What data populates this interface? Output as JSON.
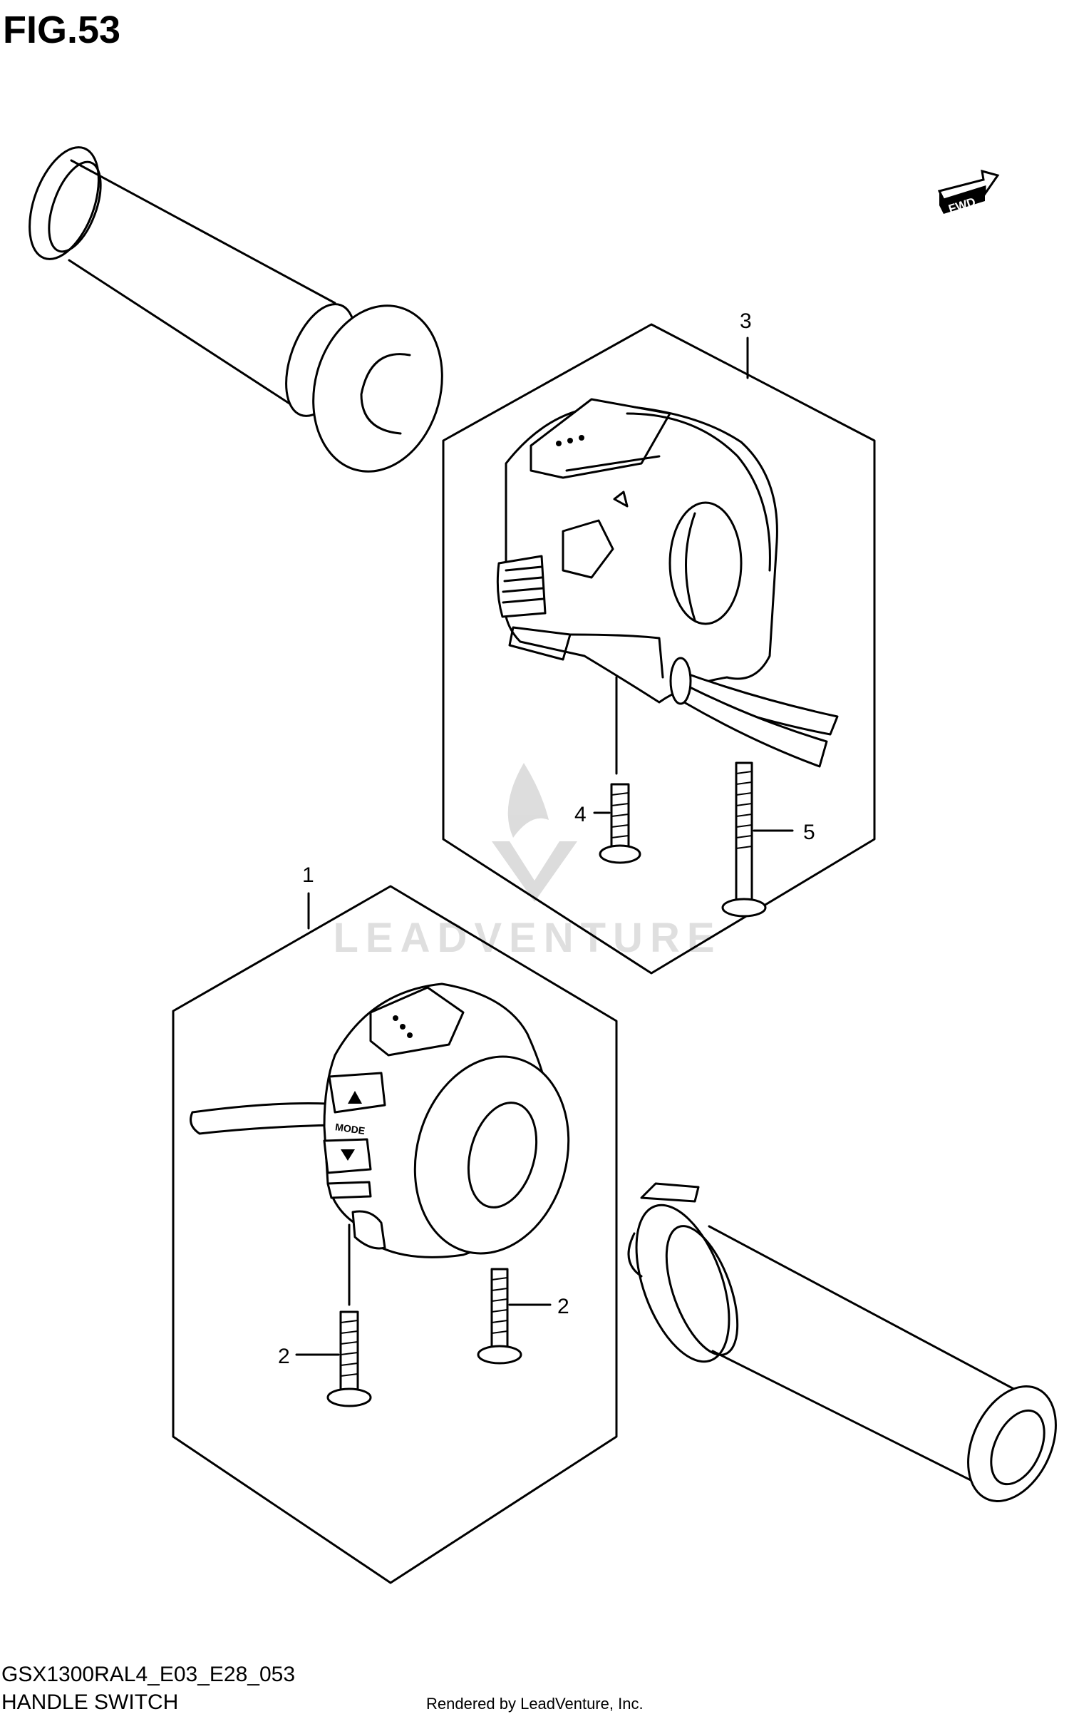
{
  "figure": {
    "title": "FIG.53"
  },
  "footer": {
    "code": "GSX1300RAL4_E03_E28_053",
    "name": "HANDLE SWITCH",
    "credit": "Rendered by LeadVenture, Inc."
  },
  "watermark": {
    "text": "LEADVENTURE"
  },
  "fwd_label": "FWD",
  "callouts": [
    {
      "id": "part-1",
      "label": "1"
    },
    {
      "id": "part-2a",
      "label": "2"
    },
    {
      "id": "part-2b",
      "label": "2"
    },
    {
      "id": "part-3",
      "label": "3"
    },
    {
      "id": "part-4",
      "label": "4"
    },
    {
      "id": "part-5",
      "label": "5"
    }
  ],
  "switch_labels": {
    "mode": "MODE"
  }
}
